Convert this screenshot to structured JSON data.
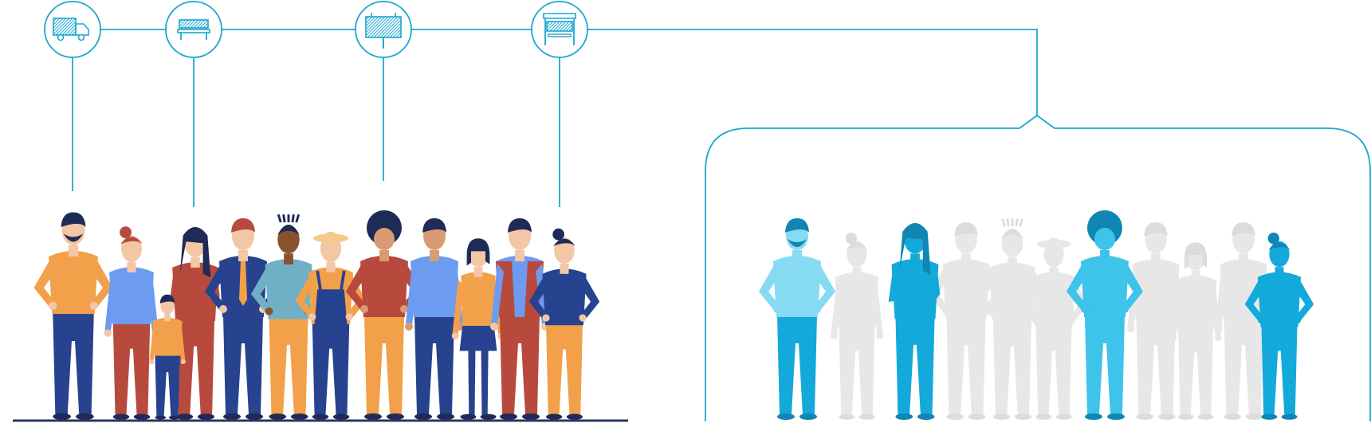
{
  "icons": [
    {
      "name": "delivery-truck-icon"
    },
    {
      "name": "park-bench-icon"
    },
    {
      "name": "billboard-icon"
    },
    {
      "name": "bus-stop-icon"
    }
  ],
  "colors": {
    "accent": "#1ca7cf",
    "ground": "#2a3560",
    "ghost": "#e7e7e7",
    "highlight_light": "#86dbf2",
    "highlight_mid": "#3ec3ea",
    "highlight_dark": "#13a9da",
    "skin_light": "#f3c6a5",
    "skin_mid": "#d99c72",
    "skin_dark": "#8a5131",
    "hair": "#1f2b57",
    "orange": "#f2a04a",
    "navy": "#27428f",
    "red": "#b84a3d",
    "blue": "#6d9bf0",
    "teal": "#6fb0c6"
  },
  "crowd": [
    {
      "hair": "short",
      "shirt": "orange",
      "pants": "navy",
      "skin": "skin_light",
      "beard": true,
      "pose": "hands-hips"
    },
    {
      "hair": "bun-red",
      "shirt": "blue",
      "pants": "red",
      "skin": "skin_light",
      "pose": "arms-down"
    },
    {
      "hair": "long",
      "shirt": "red",
      "pants": "red",
      "skin": "skin_light",
      "pose": "arms-crossed"
    },
    {
      "hair": "short-red",
      "shirt": "navy",
      "pants": "navy",
      "skin": "skin_light",
      "tie": true,
      "pose": "hands-hips"
    },
    {
      "hair": "dreads",
      "shirt": "teal",
      "pants": "orange",
      "skin": "skin_dark",
      "pose": "hands-hips"
    },
    {
      "hair": "hat",
      "shirt": "orange",
      "pants": "navy",
      "skin": "skin_light",
      "overalls": true,
      "pose": "hands-hips"
    },
    {
      "hair": "afro",
      "shirt": "red",
      "pants": "orange",
      "skin": "skin_mid",
      "pose": "hands-hips"
    },
    {
      "hair": "short",
      "shirt": "blue",
      "pants": "navy",
      "skin": "skin_mid",
      "pose": "arms-down"
    },
    {
      "hair": "bob",
      "shirt": "orange",
      "pants": "navy",
      "skin": "skin_light",
      "skirt": true,
      "pose": "arms-down"
    },
    {
      "hair": "short",
      "shirt": "blue",
      "pants": "red",
      "skin": "skin_light",
      "jacket": true,
      "pose": "arms-down"
    },
    {
      "hair": "bun",
      "shirt": "navy",
      "pants": "orange",
      "skin": "skin_light",
      "pose": "hands-hips"
    }
  ],
  "child": {
    "hair": "short",
    "shirt": "orange",
    "pants": "navy",
    "skin": "skin_light"
  },
  "audience": [
    {
      "state": "highlight_light",
      "hair": "short",
      "beard": true,
      "pose": "hands-hips"
    },
    {
      "state": "ghost",
      "hair": "bun",
      "pose": "arms-down"
    },
    {
      "state": "highlight_dark",
      "hair": "long",
      "pose": "arms-crossed"
    },
    {
      "state": "ghost",
      "hair": "short",
      "pose": "hands-hips"
    },
    {
      "state": "ghost",
      "hair": "dreads",
      "pose": "hands-hips"
    },
    {
      "state": "ghost",
      "hair": "hat",
      "pose": "hands-hips"
    },
    {
      "state": "highlight_mid",
      "hair": "afro",
      "pose": "hands-hips"
    },
    {
      "state": "ghost",
      "hair": "short",
      "pose": "arms-down"
    },
    {
      "state": "ghost",
      "hair": "bob",
      "pose": "arms-down"
    },
    {
      "state": "ghost",
      "hair": "short",
      "pose": "arms-down"
    },
    {
      "state": "highlight_dark",
      "hair": "bun",
      "pose": "hands-hips"
    }
  ]
}
